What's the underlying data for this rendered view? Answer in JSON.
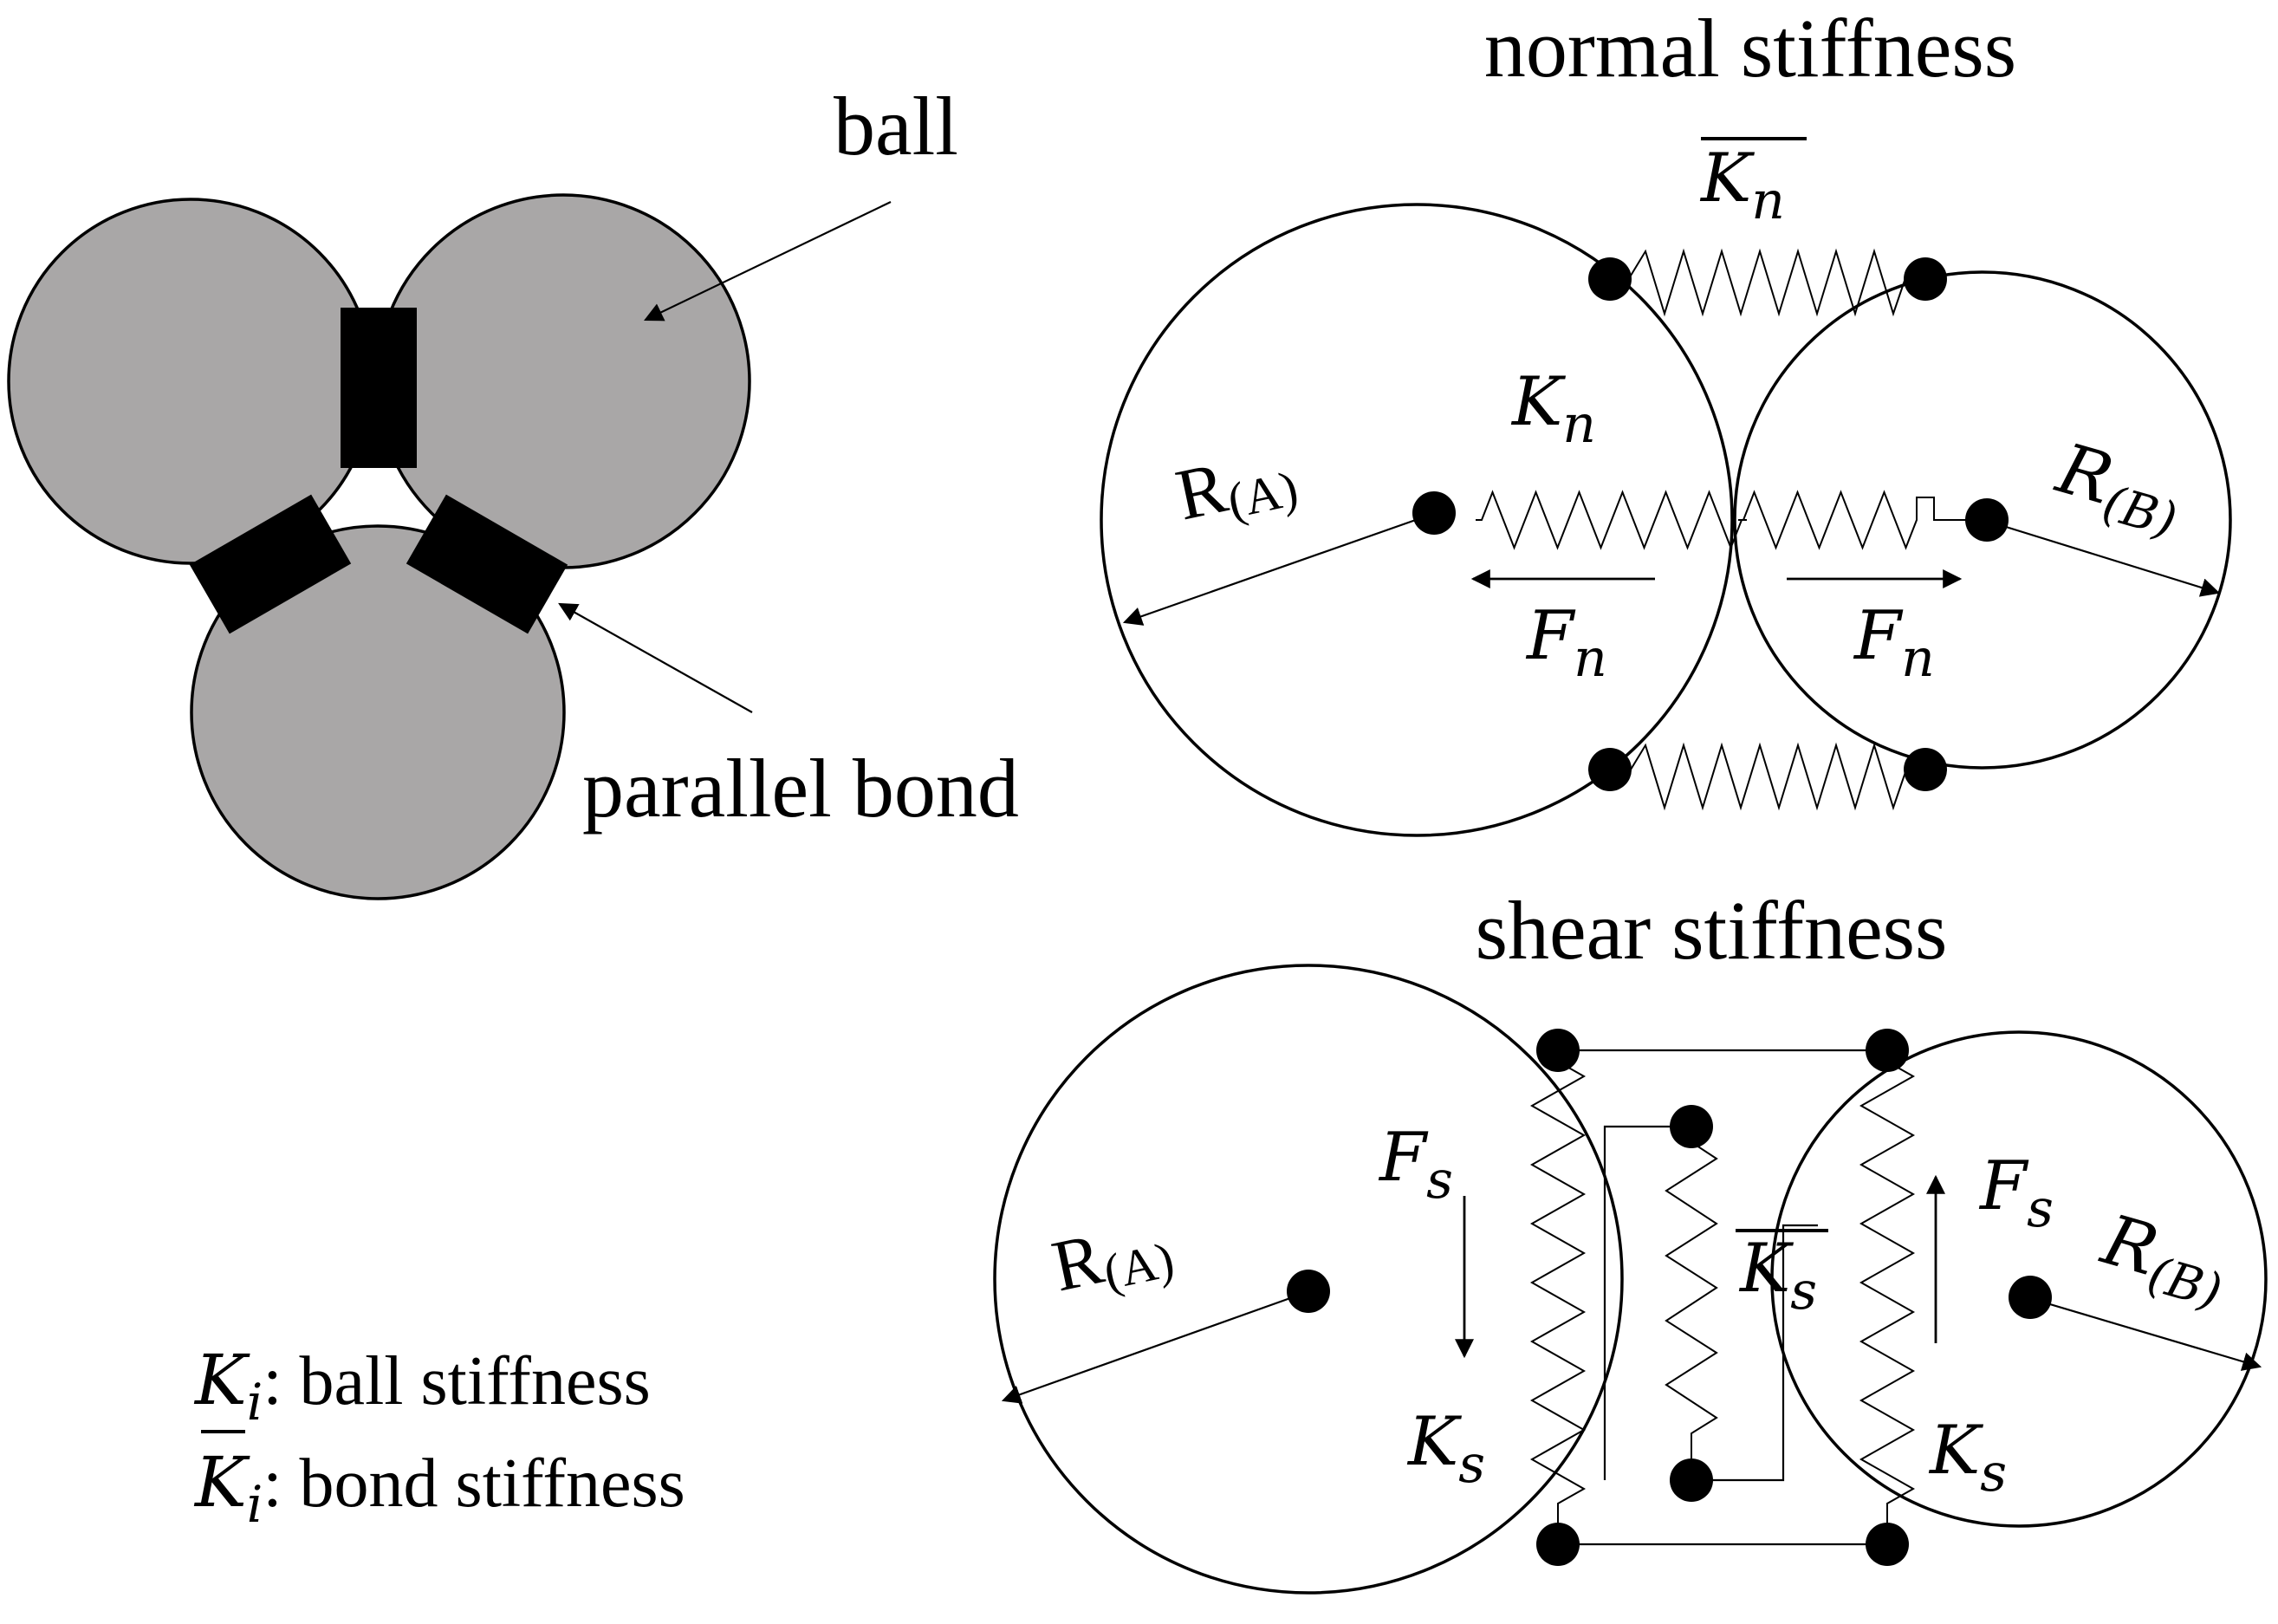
{
  "labels": {
    "ball": "ball",
    "parallel_bond": "parallel bond",
    "normal_stiffness": "normal stiffness",
    "shear_stiffness": "shear stiffness",
    "legend_ball_suffix": ": ball stiffness",
    "legend_bond_suffix": ": bond stiffness"
  },
  "symbols": {
    "K": "K",
    "F": "F",
    "R": "R",
    "sub_n": "n",
    "sub_s": "s",
    "sub_i": "i",
    "sub_A": "(A)",
    "sub_B": "(B)"
  },
  "colors": {
    "ball_fill": "#a9a7a7",
    "bond_fill": "#000000",
    "line": "#000000"
  }
}
